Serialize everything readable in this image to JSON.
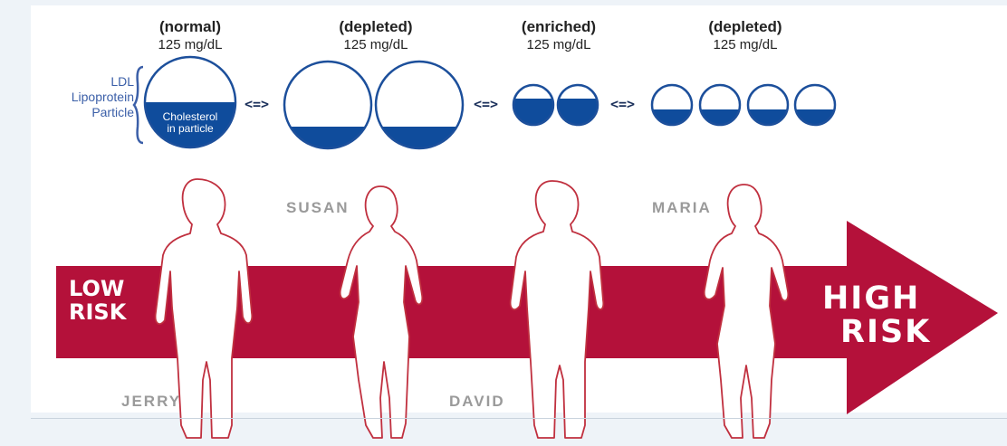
{
  "particle_groups": [
    {
      "title": "(normal)",
      "value": "125 mg/dL"
    },
    {
      "title": "(depleted)",
      "value": "125 mg/dL"
    },
    {
      "title": "(enriched)",
      "value": "125 mg/dL"
    },
    {
      "title": "(depleted)",
      "value": "125 mg/dL"
    }
  ],
  "ldl_label": {
    "line1": "LDL",
    "line2": "Lipoprotein",
    "line3": "Particle"
  },
  "cholesterol_label": {
    "line1": "Cholesterol",
    "line2": "in particle"
  },
  "equivalence_symbol": "<=>",
  "people": [
    {
      "name": "JERRY"
    },
    {
      "name": "SUSAN"
    },
    {
      "name": "DAVID"
    },
    {
      "name": "MARIA"
    }
  ],
  "risk_arrow": {
    "low_line1": "LOW",
    "low_line2": "RISK",
    "high_line1": "HIGH",
    "high_line2": "RISK",
    "color": "#b4113a"
  },
  "particle_colors": {
    "fill": "#0f4c9c",
    "outline": "#1c4f9b"
  }
}
